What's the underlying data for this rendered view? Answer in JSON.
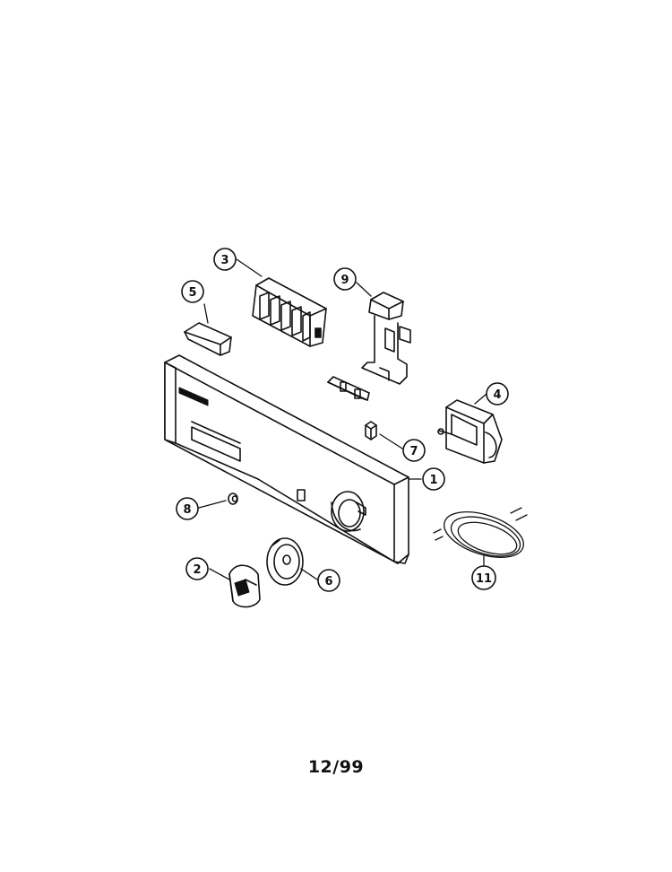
{
  "callouts": {
    "c1": "1",
    "c2": "2",
    "c3": "3",
    "c4": "4",
    "c5": "5",
    "c6": "6",
    "c7": "7",
    "c8": "8",
    "c9": "9",
    "c11": "11"
  },
  "footer": {
    "date": "12/99"
  },
  "colors": {
    "ink": "#111111",
    "paper": "#ffffff"
  }
}
